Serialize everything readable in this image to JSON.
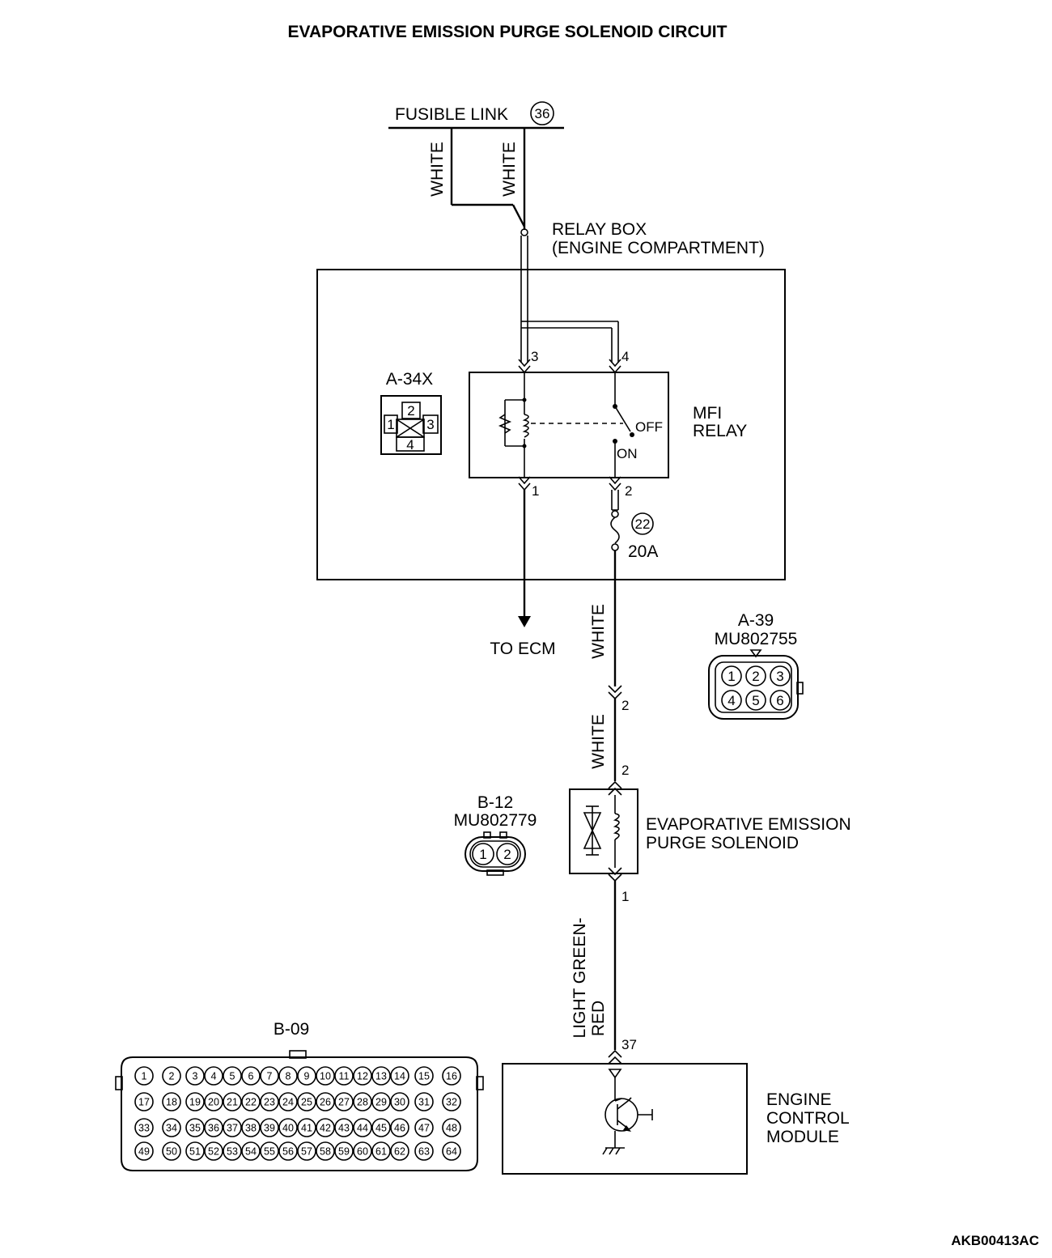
{
  "title": "EVAPORATIVE EMISSION PURGE SOLENOID CIRCUIT",
  "footer_code": "AKB00413AC",
  "fusible_link": {
    "label": "FUSIBLE LINK",
    "number": "36"
  },
  "wires": {
    "supply_left": "WHITE",
    "supply_right": "WHITE",
    "fuse_to_connector": "WHITE",
    "connector_to_solenoid": "WHITE",
    "solenoid_to_ecm_line1": "LIGHT GREEN-",
    "solenoid_to_ecm_line2": "RED"
  },
  "relay_box": {
    "label_line1": "RELAY BOX",
    "label_line2": "(ENGINE COMPARTMENT)",
    "to_ecm": "TO ECM",
    "fuse_number": "22",
    "fuse_rating": "20A"
  },
  "mfi_relay": {
    "label_line1": "MFI",
    "label_line2": "RELAY",
    "switch_off": "OFF",
    "switch_on": "ON",
    "pins": {
      "p1": "1",
      "p2": "2",
      "p3": "3",
      "p4": "4"
    }
  },
  "connector_a34x": {
    "label": "A-34X",
    "pins": [
      "1",
      "2",
      "3",
      "4"
    ]
  },
  "connector_a39": {
    "label": "A-39",
    "part": "MU802755",
    "pins": [
      "1",
      "2",
      "3",
      "4",
      "5",
      "6"
    ]
  },
  "connector_b12": {
    "label": "B-12",
    "part": "MU802779",
    "pins": [
      "1",
      "2"
    ]
  },
  "connector_b09": {
    "label": "B-09",
    "pins": [
      "1",
      "2",
      "3",
      "4",
      "5",
      "6",
      "7",
      "8",
      "9",
      "10",
      "11",
      "12",
      "13",
      "14",
      "15",
      "16",
      "17",
      "18",
      "19",
      "20",
      "21",
      "22",
      "23",
      "24",
      "25",
      "26",
      "27",
      "28",
      "29",
      "30",
      "31",
      "32",
      "33",
      "34",
      "35",
      "36",
      "37",
      "38",
      "39",
      "40",
      "41",
      "42",
      "43",
      "44",
      "45",
      "46",
      "47",
      "48",
      "49",
      "50",
      "51",
      "52",
      "53",
      "54",
      "55",
      "56",
      "57",
      "58",
      "59",
      "60",
      "61",
      "62",
      "63",
      "64"
    ]
  },
  "harness_pins": {
    "a39_in": "2",
    "solenoid_in": "2",
    "solenoid_out": "1",
    "ecm_in": "37"
  },
  "solenoid": {
    "label_line1": "EVAPORATIVE EMISSION",
    "label_line2": "PURGE SOLENOID"
  },
  "ecm": {
    "label_line1": "ENGINE",
    "label_line2": "CONTROL",
    "label_line3": "MODULE"
  }
}
